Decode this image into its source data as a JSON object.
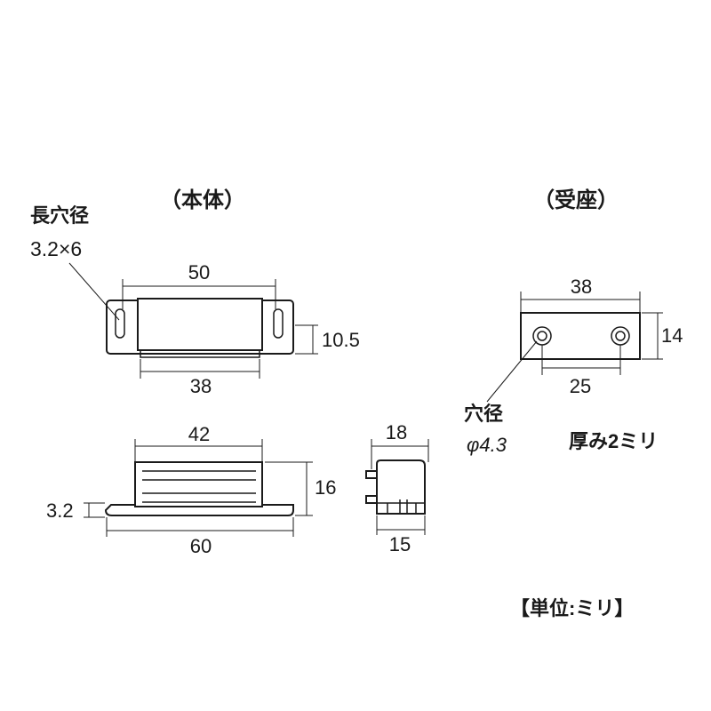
{
  "titles": {
    "body": "（本体）",
    "receiver": "（受座）"
  },
  "labels": {
    "slot_name": "長穴径",
    "slot_size": "3.2×6",
    "hole_name": "穴径",
    "hole_size": "φ4.3",
    "thickness": "厚み2ミリ",
    "unit": "【単位:ミリ】"
  },
  "dimensions": {
    "body_top_width": "50",
    "body_top_height": "10.5",
    "body_top_inner": "38",
    "body_side_top": "42",
    "body_side_height": "16",
    "body_side_plate": "3.2",
    "body_side_total": "60",
    "end_top": "18",
    "end_bottom": "15",
    "rec_width": "38",
    "rec_height": "14",
    "rec_pitch": "25"
  },
  "colors": {
    "line": "#1a1a1a",
    "background": "#ffffff"
  }
}
